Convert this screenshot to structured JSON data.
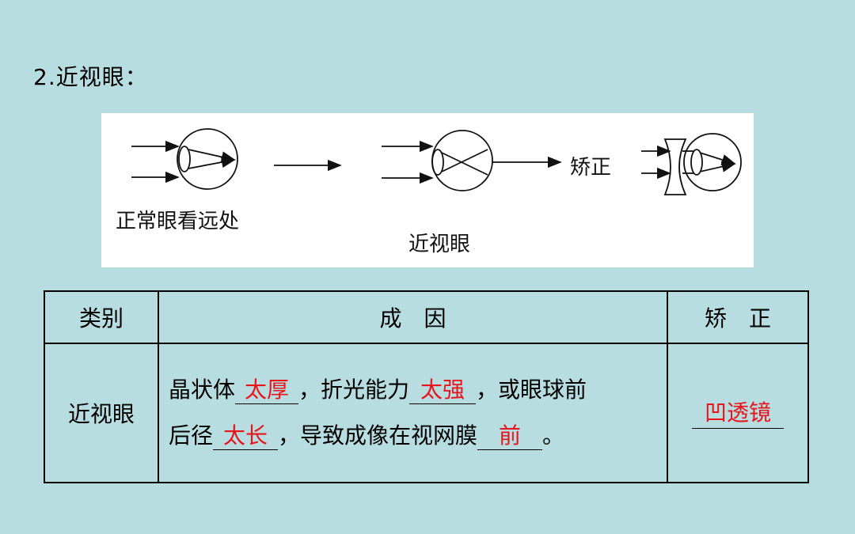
{
  "heading": "2.近视眼：",
  "figure": {
    "caption_normal": "正常眼看远处",
    "caption_myopia": "近视眼",
    "label_correct": "矫正"
  },
  "table": {
    "headers": [
      "类别",
      "成　因",
      "矫　正"
    ],
    "category": "近视眼",
    "cause": {
      "seg1": "晶状体",
      "ans1": "太厚",
      "seg2": "，折光能力",
      "ans2": "太强",
      "seg3": "，或眼球前",
      "seg4": "后径",
      "ans3": "太长",
      "seg5": "，导致成像在视网膜",
      "ans4": "前",
      "seg6": "。"
    },
    "correction_answer": "凹透镜"
  },
  "colors": {
    "background": "#b7dde0",
    "answer": "#e8141a"
  }
}
